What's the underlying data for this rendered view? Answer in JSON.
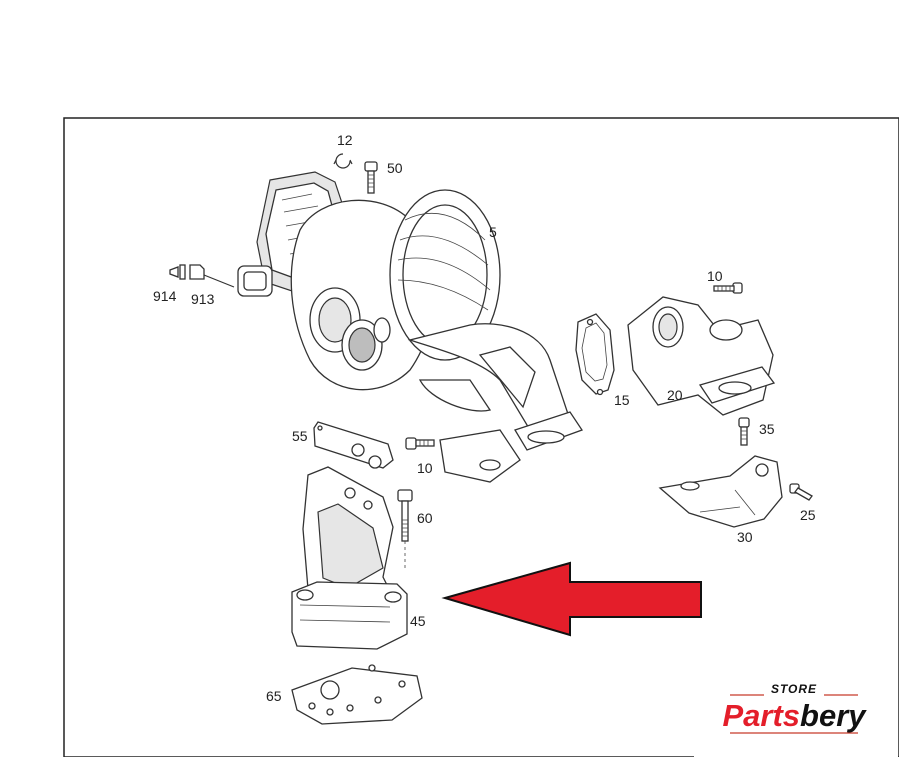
{
  "part_labels": {
    "p12": "12",
    "p50": "50",
    "p5": "5",
    "p914": "914",
    "p913": "913",
    "p10a": "10",
    "p15": "15",
    "p20": "20",
    "p55": "55",
    "p10b": "10",
    "p35": "35",
    "p60": "60",
    "p25": "25",
    "p30": "30",
    "p45": "45",
    "p65": "65"
  },
  "logo": {
    "store": "STORE",
    "brand_red": "Parts",
    "brand_black": "bery"
  },
  "colors": {
    "arrow": "#e41e2a",
    "brand_red": "#e41e2a",
    "brand_black": "#111111",
    "frame": "#222222"
  }
}
